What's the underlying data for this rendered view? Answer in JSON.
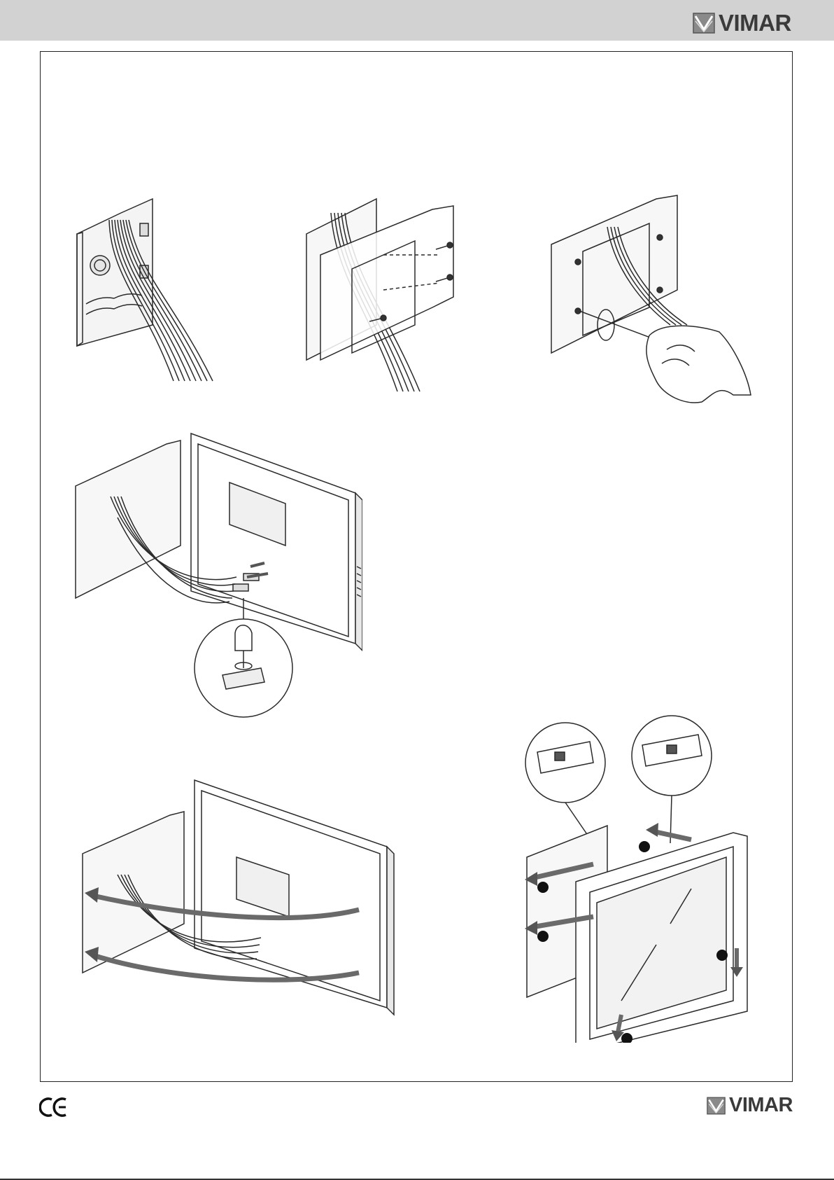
{
  "header": {
    "brand_name": "VIMAR",
    "bar_color": "#d2d2d2"
  },
  "footer": {
    "brand_name": "VIMAR",
    "certification_mark": "CE"
  },
  "illustrations": [
    {
      "name": "box-with-cables",
      "icon": "flush-box-icon"
    },
    {
      "name": "mounting-frame-screws",
      "icon": "mounting-frame-icon"
    },
    {
      "name": "screw-tightening-by-hand",
      "icon": "screwdriver-hand-icon"
    },
    {
      "name": "connecting-terminal-blocks",
      "icon": "terminal-connector-icon"
    },
    {
      "name": "fitting-device-on-frame",
      "icon": "device-hook-icon"
    },
    {
      "name": "snap-fit-front-panel",
      "icon": "front-panel-icon"
    }
  ],
  "colors": {
    "line": "#2a2a2a",
    "arrow": "#5a5a5a",
    "badge": "#111111"
  }
}
